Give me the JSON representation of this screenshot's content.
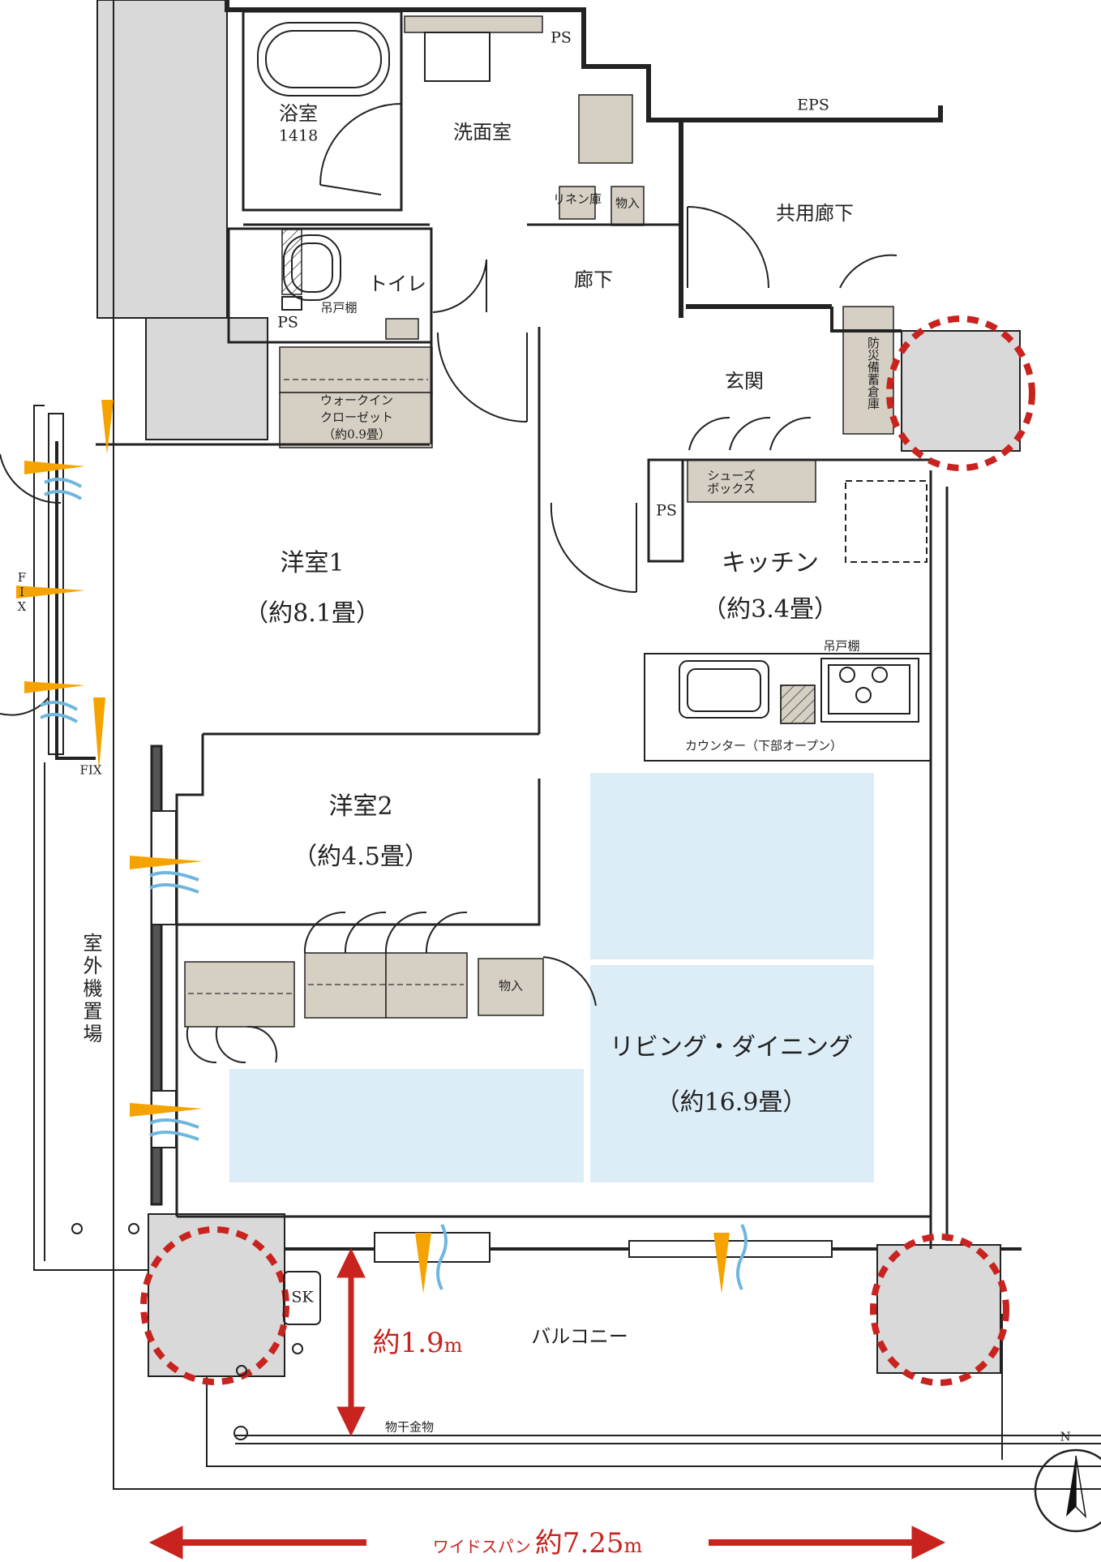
{
  "rooms": {
    "bathroom": {
      "name": "浴室",
      "size": "1418"
    },
    "washroom": "洗面室",
    "toilet": "トイレ",
    "hallway": "廊下",
    "shared_corridor": "共用廊下",
    "entrance": "玄関",
    "walk_in_closet": {
      "line1": "ウォークイン",
      "line2": "クローゼット",
      "size": "（約0.9畳）"
    },
    "western_room_1": {
      "name": "洋室1",
      "size": "（約8.1畳）"
    },
    "western_room_2": {
      "name": "洋室2",
      "size": "（約4.5畳）"
    },
    "kitchen": {
      "name": "キッチン",
      "size": "（約3.4畳）"
    },
    "living_dining": {
      "name": "リビング・ダイニング",
      "size": "（約16.9畳）"
    },
    "balcony": "バルコニー",
    "outdoor_unit": "室外機置場"
  },
  "labels": {
    "ps_top": "PS",
    "ps_toilet": "PS",
    "ps_entry": "PS",
    "eps": "EPS",
    "linen": "リネン庫",
    "storage_hall": "物入",
    "storage_room2": "物入",
    "hanging_shelf_toilet": "吊戸棚",
    "hanging_shelf_kitchen": "吊戸棚",
    "shoe_box_1": "シューズ",
    "shoe_box_2": "ボックス",
    "disaster_storage": "防災備蓄倉庫",
    "counter": "カウンター（下部オープン）",
    "fix_vertical": "FIX",
    "fix_bottom": "FIX",
    "sk": "SK",
    "laundry_hardware": "物干金物",
    "north": "N"
  },
  "dimensions": {
    "balcony_depth": "約1.9",
    "balcony_depth_unit": "m",
    "wide_span_label": "ワイドスパン",
    "wide_span_value": "約7.25",
    "wide_span_unit": "m"
  },
  "colors": {
    "wall": "#222222",
    "column_fill": "#d9d9d9",
    "storage_fill": "#d6cfc4",
    "highlight_blue": "#dcedf8",
    "dimension_red": "#c8231e",
    "ventilation_orange": "#f5a300",
    "ventilation_blue": "#6fb6de"
  }
}
